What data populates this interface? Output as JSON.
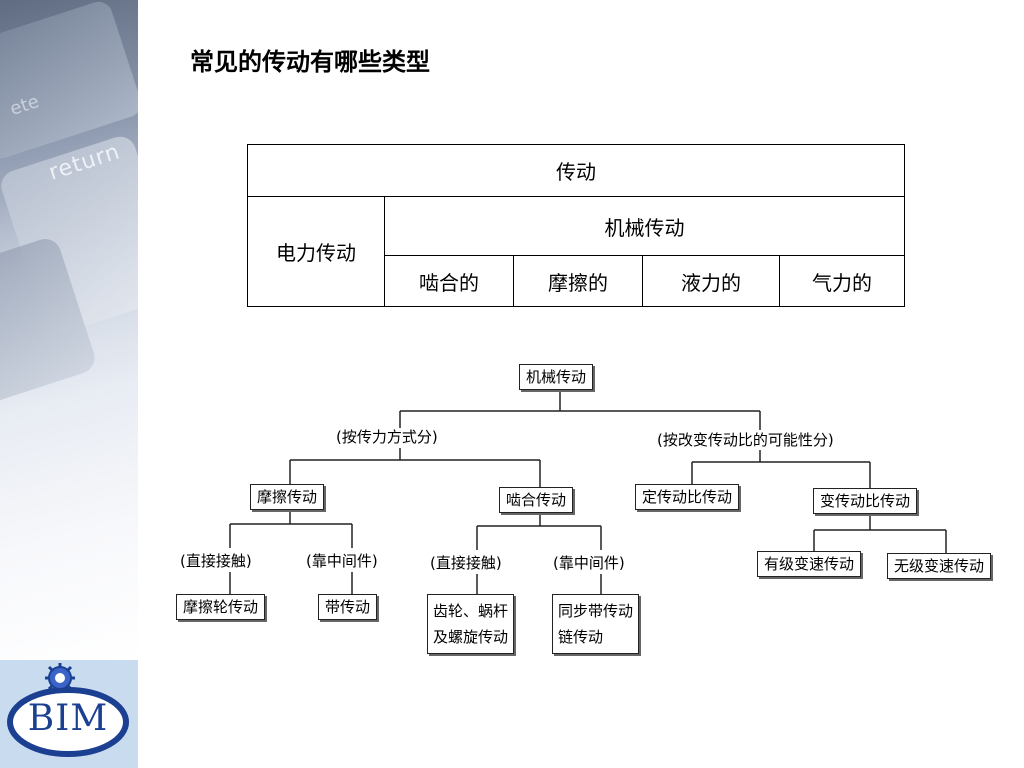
{
  "slide": {
    "title": "常见的传动有哪些类型"
  },
  "sidebar": {
    "key_label": "return",
    "key_label_partial": "ete",
    "logo_text": "BIM"
  },
  "table": {
    "header": "传动",
    "electric": "电力传动",
    "mechanical": "机械传动",
    "subtypes": [
      "啮合的",
      "摩擦的",
      "液力的",
      "气力的"
    ]
  },
  "tree": {
    "root": "机械传动",
    "branch_left_label": "(按传力方式分)",
    "branch_right_label": "(按改变传动比的可能性分)",
    "friction": "摩擦传动",
    "meshing": "啮合传动",
    "fixed_ratio": "定传动比传动",
    "variable_ratio": "变传动比传动",
    "friction_direct": "(直接接触)",
    "friction_medium": "(靠中间件)",
    "meshing_direct": "(直接接触)",
    "meshing_medium": "(靠中间件)",
    "friction_wheel": "摩擦轮传动",
    "belt": "带传动",
    "gear_line1": "齿轮、蜗杆",
    "gear_line2": "及螺旋传动",
    "sync_line1": "同步带传动",
    "sync_line2": "链传动",
    "stepped": "有级变速传动",
    "stepless": "无级变速传动"
  }
}
